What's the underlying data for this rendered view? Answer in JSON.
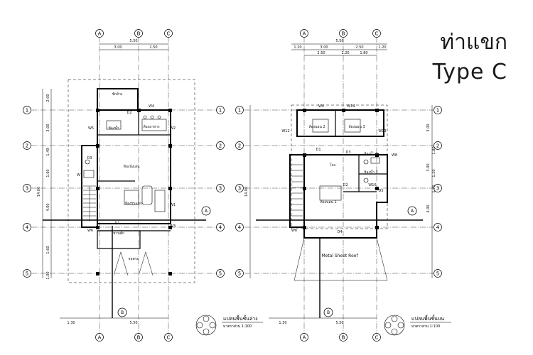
{
  "title_th": "ท่าแขก",
  "title_en": "Type C",
  "grid": {
    "cols": [
      "A",
      "B",
      "C"
    ],
    "rows": [
      "1",
      "2",
      "3",
      "4",
      "5"
    ]
  },
  "left_plan": {
    "top_total": "5.50",
    "top_seg": [
      "3.00",
      "2.50"
    ],
    "bottom_total": "5.50",
    "bottom_left": "1.30",
    "side_total": "14.00",
    "side_seg": [
      "2.00",
      "3.00",
      "1.49",
      "1.60",
      "4.00",
      "1.60",
      "1.00"
    ],
    "rooms": {
      "porch_top": "ซักล้าง",
      "bath": "ห้องน้ำ",
      "kitchen": "ห้องอาหาร",
      "living": "ห้องนั่งเล่น",
      "guest": "ห้องรับแขก",
      "terrace": "ชานพัก",
      "parking": "จอดรถ"
    },
    "tags": [
      "D2",
      "W4",
      "W1",
      "W2",
      "W3",
      "W5",
      "W6",
      "W7",
      "D3",
      "D1"
    ],
    "caption": "แปลนพื้นชั้นล่าง",
    "scale": "มาตราส่วน 1:100",
    "section_a": "A",
    "section_b": "B"
  },
  "right_plan": {
    "top_total": "5.50",
    "top_seg": [
      "1.20",
      "3.00",
      "2.50",
      "1.20"
    ],
    "top_sub": [
      "2.50",
      "1.20",
      "1.80"
    ],
    "bottom_total": "5.50",
    "bottom_left": "1.30",
    "side_total": "14.00",
    "side_seg": [
      "3.00",
      "3.00",
      "4.00",
      "1.80",
      "1.20",
      "1.70"
    ],
    "rooms": {
      "bed2": "ห้องนอน 2",
      "bed3": "ห้องนอน 3",
      "hall": "โถง",
      "bath1": "ห้องน้ำ 1",
      "bath2": "ห้องน้ำ 2",
      "bed1": "ห้องนอน 1"
    },
    "tags": [
      "W4",
      "W14",
      "W12",
      "W13",
      "D1",
      "D2",
      "D3",
      "D4",
      "D5",
      "W8",
      "W16",
      "W6"
    ],
    "roof": "Metal Sheet Roof",
    "caption": "แปลนพื้นชั้นบน",
    "scale": "มาตราส่วน 1:100",
    "section_a": "A",
    "section_b": "B"
  }
}
